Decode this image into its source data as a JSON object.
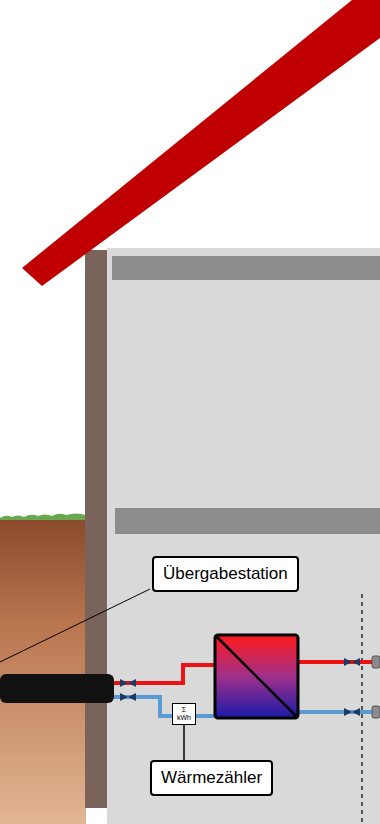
{
  "diagram": {
    "nodes": [
      {
        "text": [
          "Übergabestation"
        ]
      },
      {
        "text": [
          "Σ kWh"
        ]
      },
      {
        "text": [
          "Wärmezähler"
        ]
      }
    ],
    "edges": [
      {
        "from": 2,
        "to": 1,
        "arrow": "none"
      }
    ]
  }
}
